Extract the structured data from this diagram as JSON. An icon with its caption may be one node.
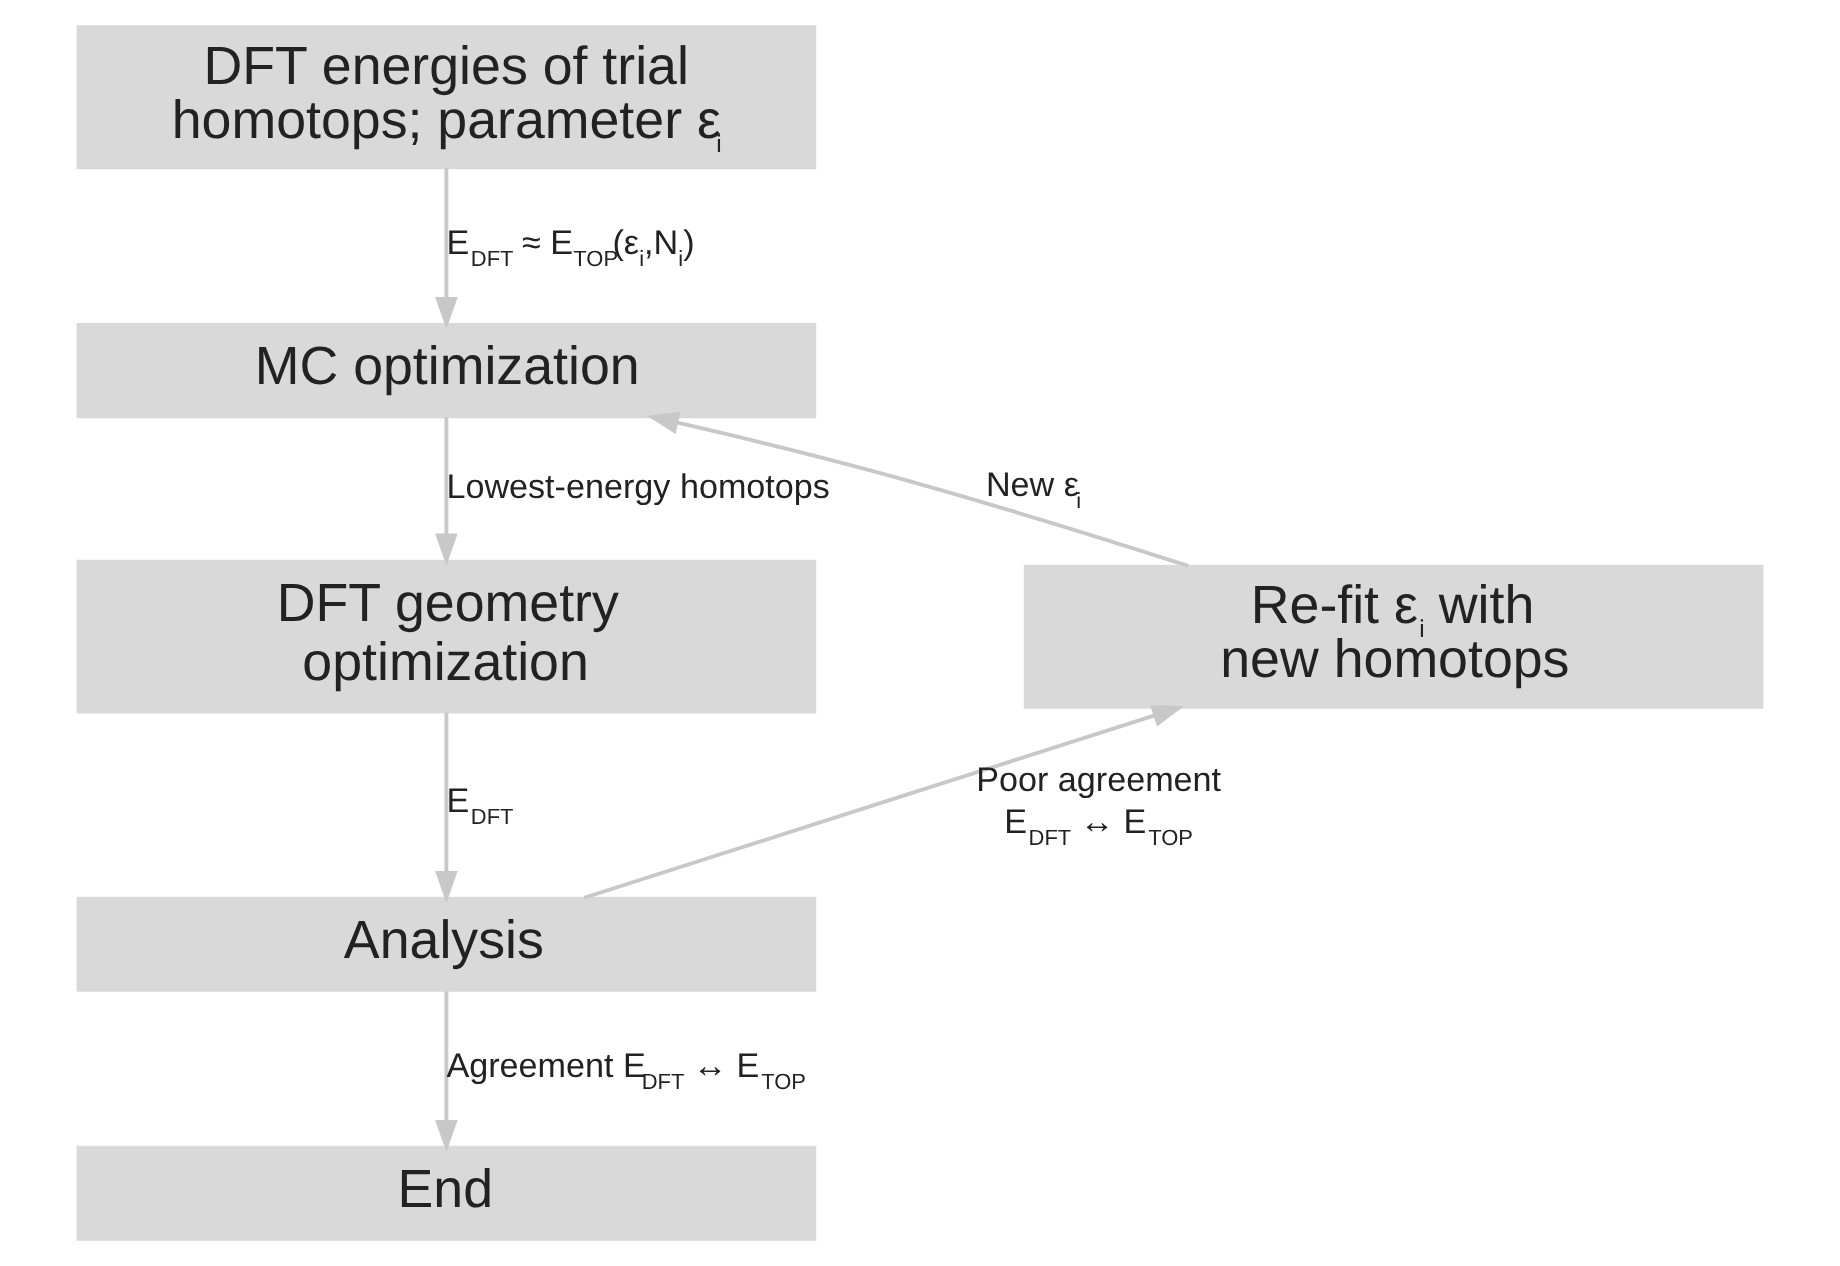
{
  "diagram": {
    "nodes": [
      {
        "text": [
          "DFT energies of trial homotops; parameter ε$_{i}$"
        ]
      },
      {
        "text": [
          "MC optimization"
        ]
      },
      {
        "text": [
          "DFT geometry optimization"
        ]
      },
      {
        "text": [
          "Analysis"
        ]
      },
      {
        "text": [
          "End"
        ]
      },
      {
        "text": [
          "Re-fit ε$_{i}$ with new homotops"
        ]
      }
    ],
    "edges": [
      {
        "from": 0,
        "to": 1,
        "arrow": "to",
        "label": "E$_{DFT}$ ≈ E$_{TOP}$(ε$_{i}$,N$_{i}$)"
      },
      {
        "from": 1,
        "to": 2,
        "arrow": "to",
        "label": "Lowest-energy homotops"
      },
      {
        "from": 2,
        "to": 3,
        "arrow": "to",
        "label": "E$_{DFT}$"
      },
      {
        "from": 3,
        "to": 4,
        "arrow": "to",
        "label": "Agreement E$_{DFT}$ ↔ E$_{TOP}$"
      },
      {
        "from": 3,
        "to": 5,
        "arrow": "to",
        "label": "Poor agreement E$_{DFT}$ ↔ E$_{TOP}$"
      },
      {
        "from": 5,
        "to": 1,
        "arrow": "to",
        "label": "New ε$_{i}$"
      }
    ]
  }
}
